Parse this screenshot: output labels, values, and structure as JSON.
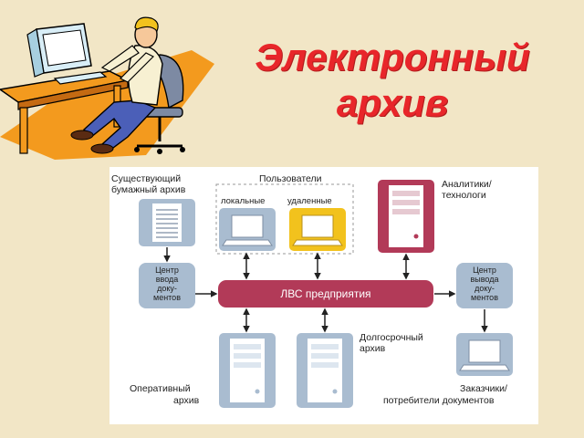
{
  "title": {
    "line1": "Электронный",
    "line2": "архив"
  },
  "diagram": {
    "paper_archive": [
      "Существующий",
      "бумажный архив"
    ],
    "users_group": "Пользователи",
    "users_local": "локальные",
    "users_remote": "удаленные",
    "analysts": [
      "Аналитики/",
      "технологи"
    ],
    "input_center": [
      "Центр",
      "ввода",
      "доку-",
      "ментов"
    ],
    "lan": "ЛВС предприятия",
    "output_center": [
      "Центр",
      "вывода",
      "доку-",
      "ментов"
    ],
    "longterm_archive": [
      "Долгосрочный",
      "архив"
    ],
    "operative_archive": [
      "Оперативный",
      "архив"
    ],
    "customers": [
      "Заказчики/",
      "потребители документов"
    ]
  },
  "colors": {
    "background": "#f2e6c6",
    "title": "#e8262a",
    "node_blue": "#a9bcd0",
    "lan_bar": "#b23a58",
    "analyst_server": "#b23a58",
    "remote_user": "#f2c21d"
  }
}
